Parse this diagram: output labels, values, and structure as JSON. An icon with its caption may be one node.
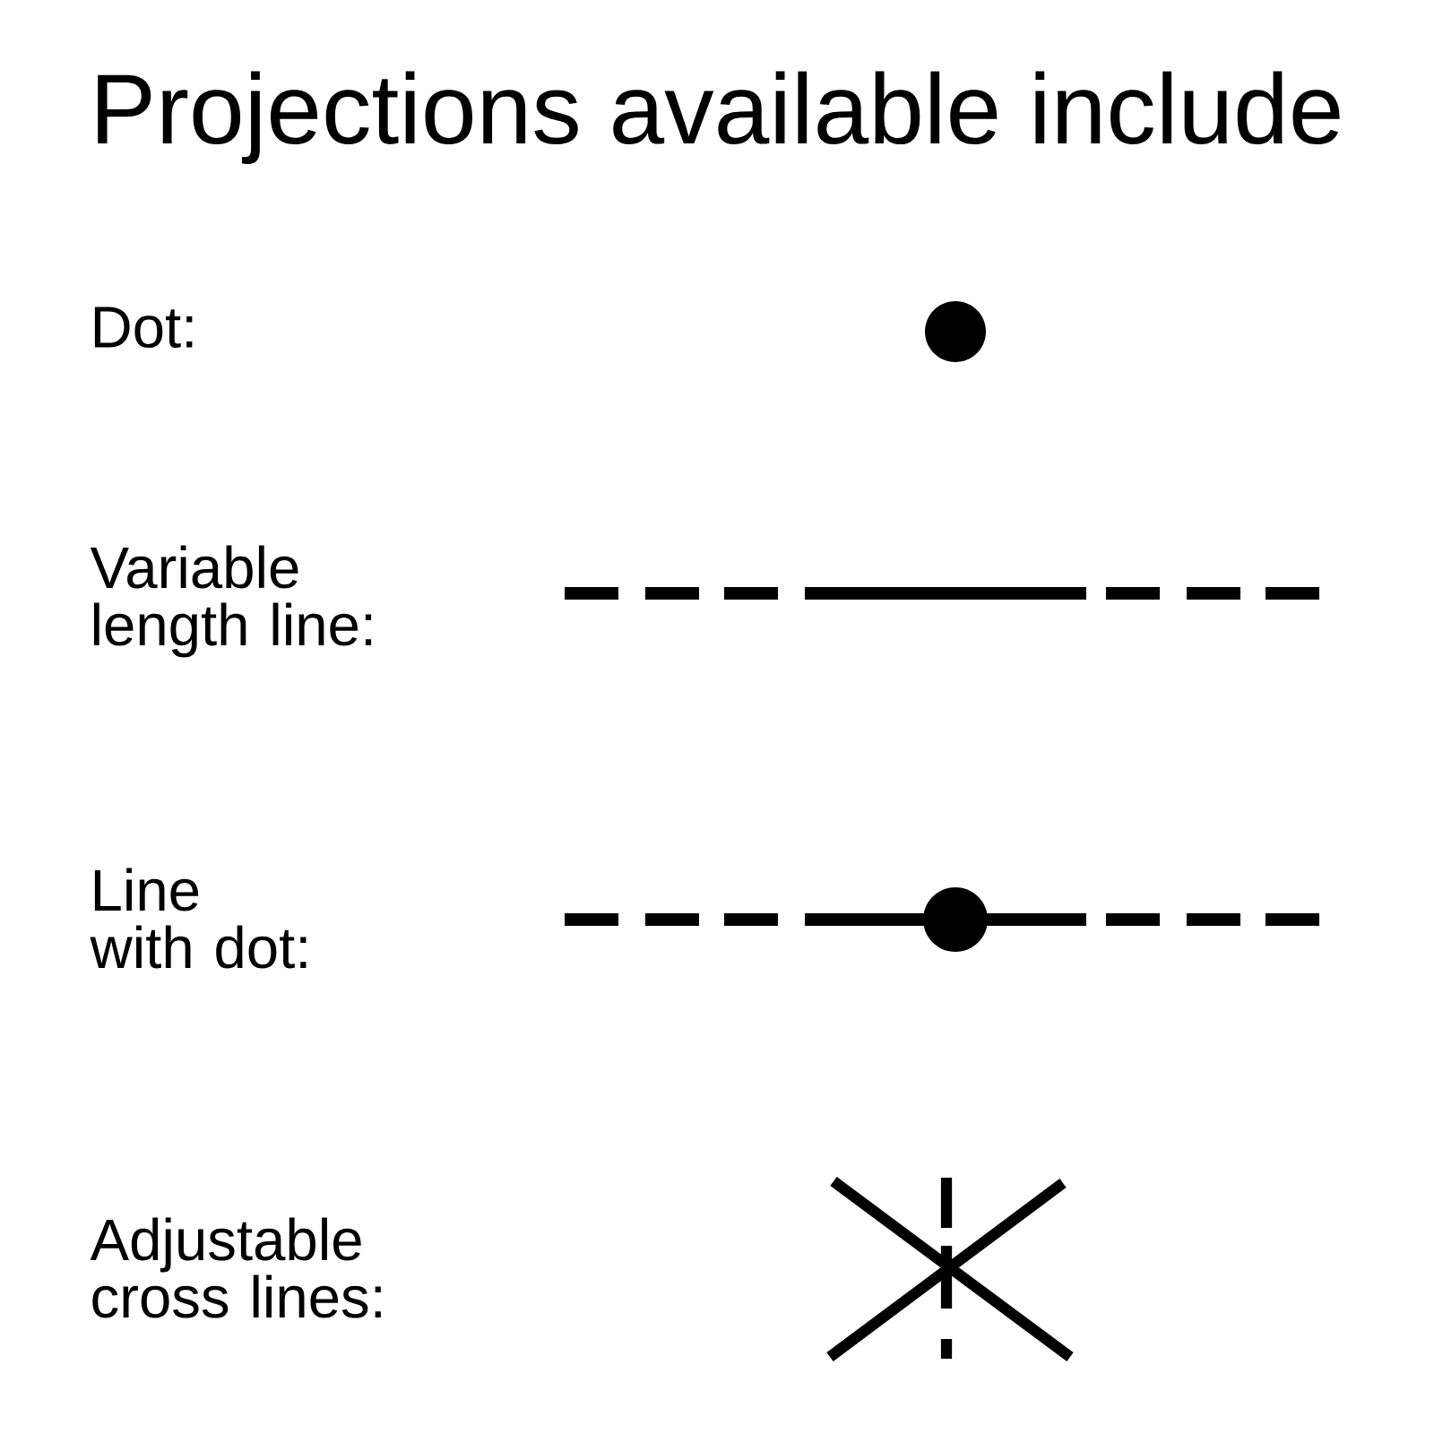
{
  "diagram": {
    "title": "Projections available include",
    "labels": [
      "Dot:",
      "Variable length line:",
      "Line with dot:",
      "Adjustable cross lines:"
    ]
  }
}
